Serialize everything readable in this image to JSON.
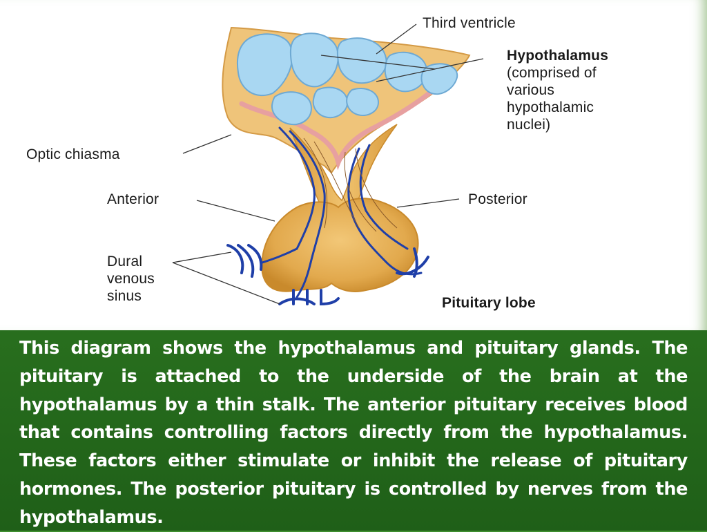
{
  "diagram": {
    "labels": {
      "third_ventricle": "Third ventricle",
      "hypothalamus": "Hypothalamus",
      "hypothalamus_note": [
        "(comprised of",
        "various",
        "hypothalamic",
        "nuclei)"
      ],
      "optic_chiasma": "Optic chiasma",
      "anterior": "Anterior",
      "posterior": "Posterior",
      "dural_venous_sinus": [
        "Dural",
        "venous",
        "sinus"
      ],
      "pituitary_lobe": "Pituitary lobe"
    },
    "colors": {
      "tissue": "#e8b45a",
      "tissue_dark": "#c98a2c",
      "nuclei": "#a9d7f2",
      "nuclei_edge": "#6ea9d3",
      "vessel": "#1f3fa8",
      "pink": "#e7a0a0"
    }
  },
  "caption": {
    "text": "This diagram shows the hypothalamus and pituitary glands. The pituitary is attached to the underside of the brain at the hypothalamus by a thin stalk. The anterior pituitary receives blood that contains controlling factors directly from the hypothalamus. These factors either stimulate or inhibit the release of pituitary hormones. The posterior pituitary is controlled by nerves from the hypothalamus."
  }
}
